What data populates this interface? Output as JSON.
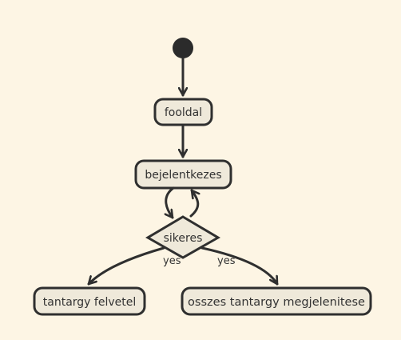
{
  "diagram": {
    "start": "initial-state",
    "nodes": {
      "fooldal": "fooldal",
      "bejelentkezes": "bejelentkezes",
      "sikeres": "sikeres",
      "tantargy_felvetel": "tantargy felvetel",
      "osszes_tantargy": "osszes tantargy megjelenitese"
    },
    "edges": {
      "yes_left": "yes",
      "yes_right": "yes"
    },
    "colors": {
      "background": "#fdf5e4",
      "node_fill": "#efe9da",
      "stroke": "#2f2f2f",
      "text": "#333333"
    }
  }
}
